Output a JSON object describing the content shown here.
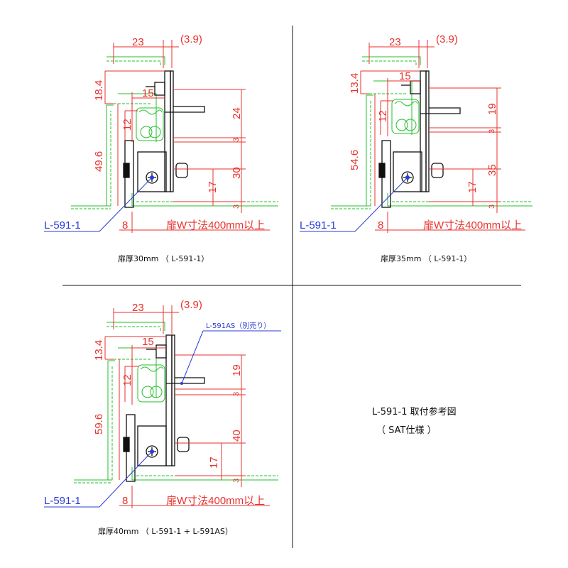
{
  "panels": [
    {
      "caption": "扉厚30mm （ L-591-1）",
      "dims": {
        "top": "23",
        "top_paren": "(3.9)",
        "upper_left": "18.4",
        "inner": "15",
        "left_small": "12",
        "left_big": "49.6",
        "right_a": "24",
        "right_b": "3",
        "right_c": "30",
        "right_d": "17",
        "right_e": "3",
        "bottom": "8",
        "bottom_note": "扉W寸法400mm以上"
      },
      "part_label": "L-591-1"
    },
    {
      "caption": "扉厚35mm （ L-591-1）",
      "dims": {
        "top": "23",
        "top_paren": "(3.9)",
        "upper_left": "13.4",
        "inner": "15",
        "left_small": "12",
        "left_big": "54.6",
        "right_a": "19",
        "right_b": "3",
        "right_c": "35",
        "right_d": "17",
        "right_e": "3",
        "bottom": "8",
        "bottom_note": "扉W寸法400mm以上"
      },
      "part_label": "L-591-1"
    },
    {
      "caption": "扉厚40mm （ L-591-1 + L-591AS）",
      "dims": {
        "top": "23",
        "top_paren": "(3.9)",
        "upper_left": "13.4",
        "inner": "15",
        "left_small": "12",
        "left_big": "59.6",
        "right_a": "19",
        "right_b": "3",
        "right_c": "40",
        "right_d": "17",
        "right_e": "3",
        "bottom": "8",
        "bottom_note": "扉W寸法400mm以上"
      },
      "part_label": "L-591-1",
      "extra_label": "L-591AS（別売り）"
    }
  ],
  "title": {
    "line1": "L-591-1 取付参考図",
    "line2": "（ SAT仕様 ）"
  },
  "colors": {
    "dimension": "#e8312c",
    "leader": "#2a3bd6",
    "gasket": "#22c02a",
    "part": "#111111"
  }
}
